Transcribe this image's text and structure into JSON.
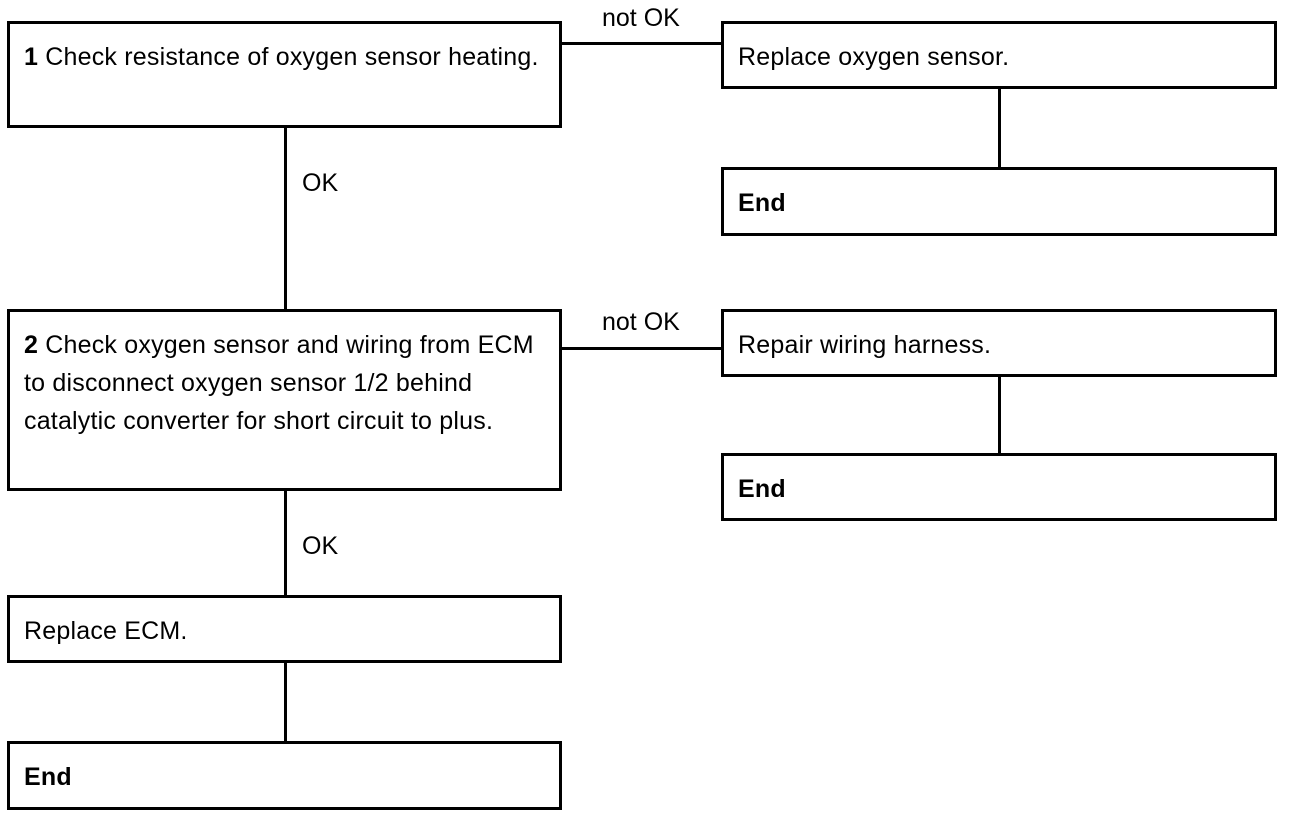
{
  "step1": {
    "number": "1",
    "text": " Check resistance of oxygen sensor heating."
  },
  "step1_fail": {
    "label": "not OK",
    "action": "Replace oxygen sensor.",
    "end": "End"
  },
  "step1_pass": {
    "label": "OK"
  },
  "step2": {
    "number": "2",
    "text": " Check oxygen sensor and wiring from ECM to disconnect oxygen sensor 1/2 behind catalytic converter for short circuit to plus."
  },
  "step2_fail": {
    "label": "not OK",
    "action": "Repair wiring harness.",
    "end": "End"
  },
  "step2_pass": {
    "label": "OK",
    "action": "Replace ECM.",
    "end": "End"
  }
}
